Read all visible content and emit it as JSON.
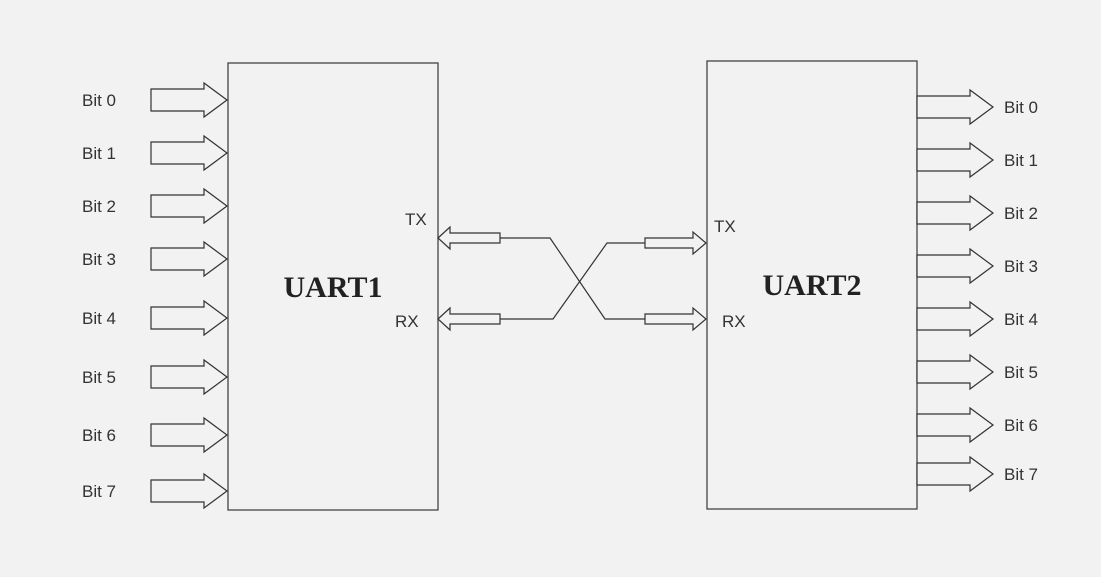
{
  "uart1": {
    "title": "UART1",
    "bits": [
      "Bit 0",
      "Bit 1",
      "Bit 2",
      "Bit 3",
      "Bit 4",
      "Bit 5",
      "Bit 6",
      "Bit 7"
    ],
    "tx": "TX",
    "rx": "RX"
  },
  "uart2": {
    "title": "UART2",
    "bits": [
      "Bit 0",
      "Bit 1",
      "Bit 2",
      "Bit 3",
      "Bit 4",
      "Bit 5",
      "Bit 6",
      "Bit 7"
    ],
    "tx": "TX",
    "rx": "RX"
  }
}
